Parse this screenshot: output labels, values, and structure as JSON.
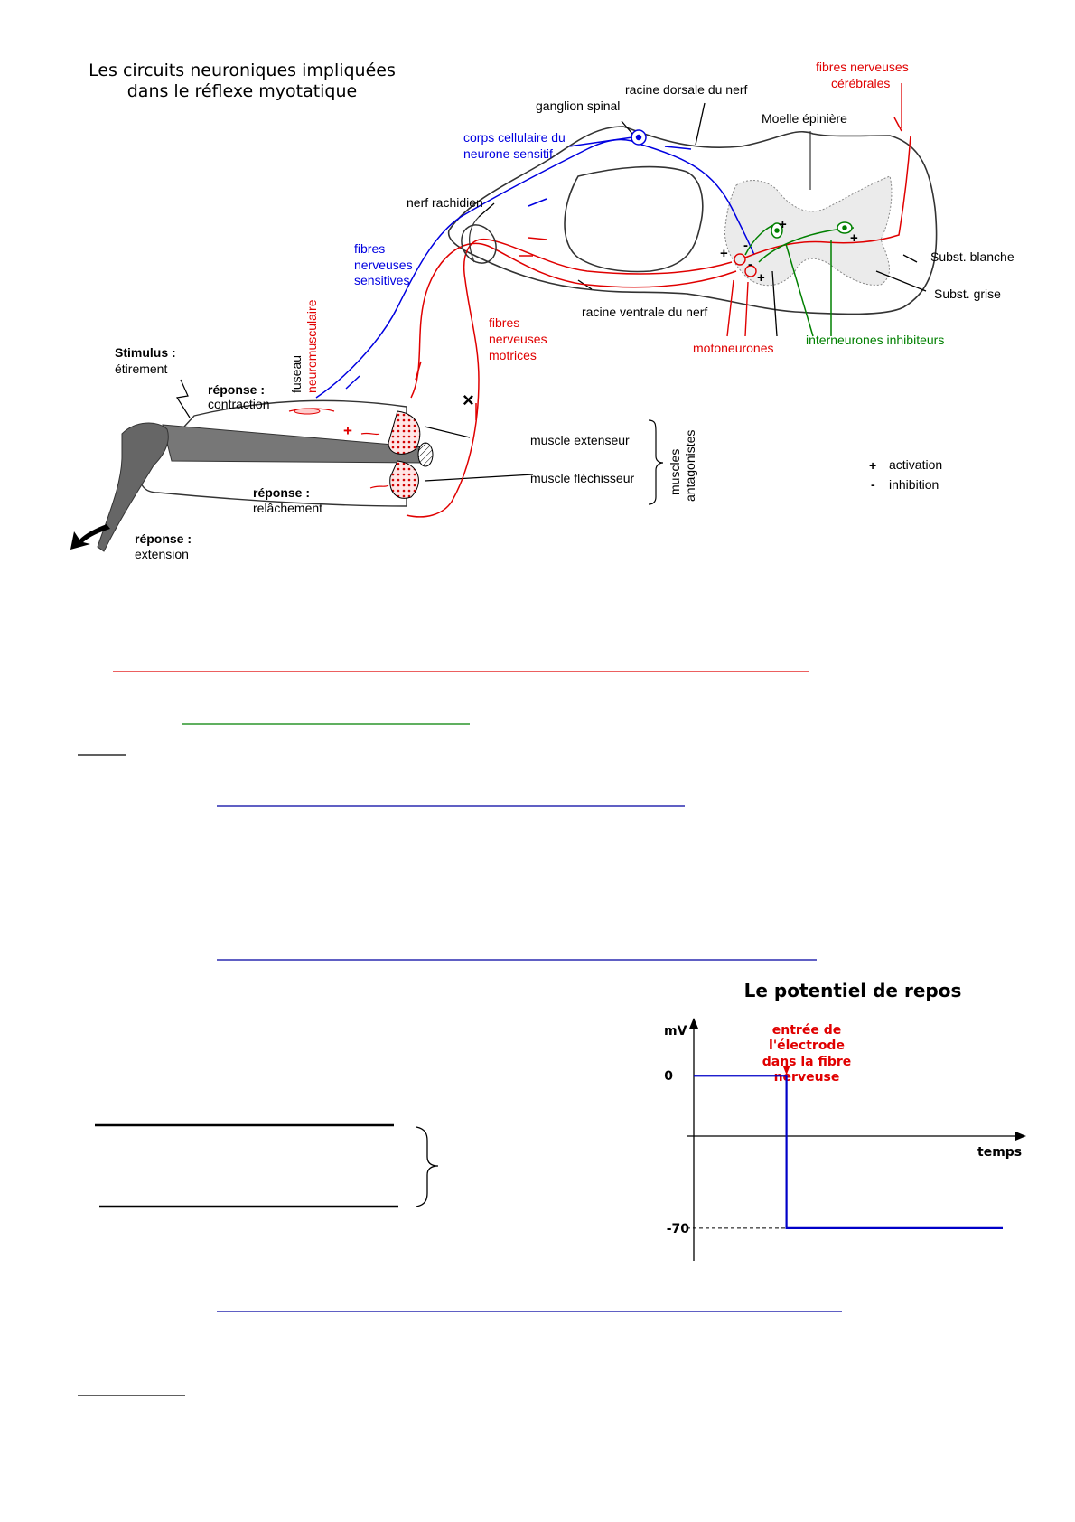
{
  "diagram": {
    "title_line1": "Les circuits neuroniques impliquées",
    "title_line2": "dans le réflexe myotatique",
    "labels": {
      "racine_dorsale": "racine dorsale du nerf",
      "fibres_cerebrales_1": "fibres nerveuses",
      "fibres_cerebrales_2": "cérébrales",
      "ganglion": "ganglion spinal",
      "moelle": "Moelle épinière",
      "corps_cellulaire_1": "corps cellulaire du",
      "corps_cellulaire_2": "neurone sensitif",
      "nerf_rachidien": "nerf rachidien",
      "fibres_sensitives_1": "fibres",
      "fibres_sensitives_2": "nerveuses",
      "fibres_sensitives_3": "sensitives",
      "subst_blanche": "Subst. blanche",
      "subst_grise": "Subst. grise",
      "racine_ventrale": "racine ventrale du nerf",
      "fibres_motrices_1": "fibres",
      "fibres_motrices_2": "nerveuses",
      "fibres_motrices_3": "motrices",
      "fuseau_1": "fuseau",
      "fuseau_2": "neuromusculaire",
      "motoneurones": "motoneurones",
      "interneurones": "interneurones  inhibiteurs",
      "stimulus_1": "Stimulus :",
      "stimulus_2": "étirement",
      "reponse_contraction_1": "réponse :",
      "reponse_contraction_2": "contraction",
      "muscle_extenseur": "muscle extenseur",
      "muscle_flechisseur": "muscle fléchisseur",
      "muscles_antag_1": "muscles",
      "muscles_antag_2": "antagonistes",
      "reponse_relachement_1": "réponse :",
      "reponse_relachement_2": "relâchement",
      "reponse_extension_1": "réponse :",
      "reponse_extension_2": "extension"
    },
    "legend": [
      {
        "symbol": "+",
        "text": "activation"
      },
      {
        "symbol": "-",
        "text": "inhibition"
      }
    ],
    "colors": {
      "sensory": "#0000e0",
      "motor": "#e00000",
      "inter": "#008000"
    }
  },
  "chart_data": {
    "type": "line",
    "title": "Le potentiel de repos",
    "ylabel": "mV",
    "xlabel": "temps",
    "y_ticks": [
      "0",
      "-70"
    ],
    "annotation": [
      "entrée de",
      "l'électrode",
      "dans la fibre",
      "nerveuse"
    ],
    "series": [
      {
        "points": [
          [
            0,
            0
          ],
          [
            0.3,
            0
          ],
          [
            0.3,
            -70
          ],
          [
            1,
            -70
          ]
        ]
      }
    ],
    "xlim": [
      0,
      1
    ],
    "ylim": [
      -85,
      25
    ],
    "color": "#0000c8",
    "annotation_color": "#e00000"
  }
}
